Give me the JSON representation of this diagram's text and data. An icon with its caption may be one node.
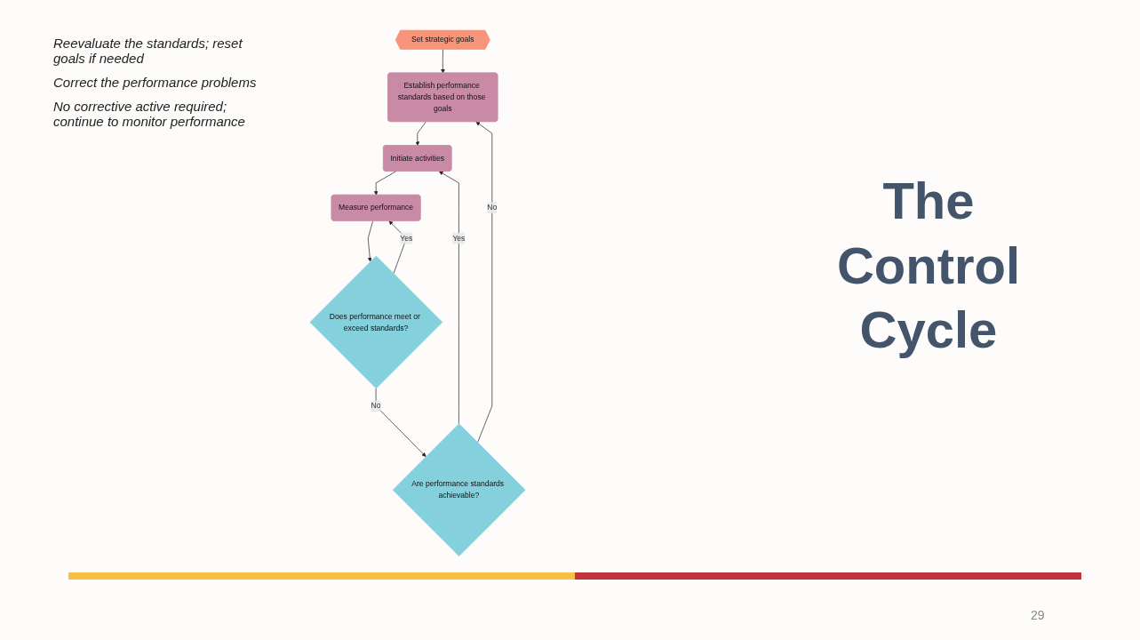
{
  "diagram": {
    "title": "The Control Cycle",
    "nodes": [
      {
        "text": [
          "Set strategic goals"
        ]
      },
      {
        "text": [
          "Establish performance standards based on those goals"
        ]
      },
      {
        "text": [
          "Initiate activities"
        ]
      },
      {
        "text": [
          "Measure performance"
        ]
      },
      {
        "text": [
          "Does performance meet or exceed standards?"
        ]
      },
      {
        "text": [
          "Are performance standards achievable?"
        ]
      }
    ],
    "edges": [
      {
        "from": 0,
        "to": 1,
        "arrow": "to"
      },
      {
        "from": 1,
        "to": 2,
        "arrow": "to"
      },
      {
        "from": 2,
        "to": 3,
        "arrow": "to"
      },
      {
        "from": 3,
        "to": 4,
        "arrow": "to"
      },
      {
        "from": 4,
        "to": 3,
        "arrow": "to",
        "label": "Yes"
      },
      {
        "from": 4,
        "to": 5,
        "arrow": "to",
        "label": "No"
      },
      {
        "from": 5,
        "to": 1,
        "arrow": "to",
        "label": "No"
      },
      {
        "from": 5,
        "to": 2,
        "arrow": "to",
        "label": "Yes"
      }
    ],
    "labels": [
      "Reevaluate the standards; reset goals if needed",
      "Correct the performance problems",
      "No corrective active required; continue to monitor performance",
      "29"
    ]
  }
}
